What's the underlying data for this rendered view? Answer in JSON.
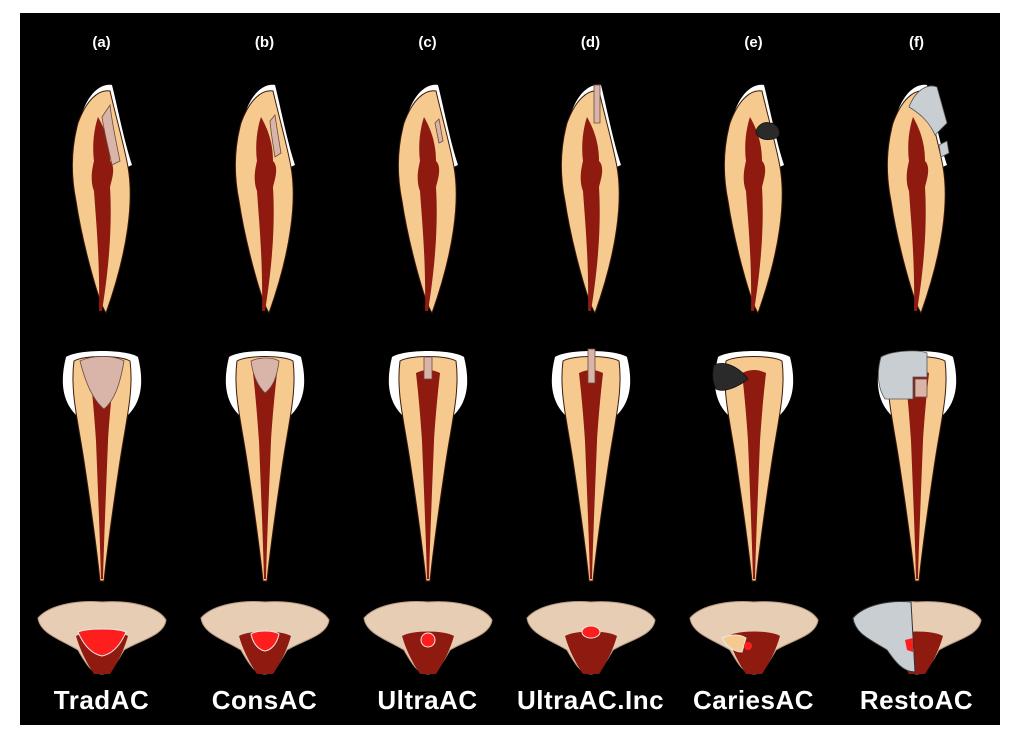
{
  "colors": {
    "background": "#000000",
    "dentin": "#F6C98E",
    "pulp": "#8E1A10",
    "enamel": "#FFFFFF",
    "cavity": "#D9B4A8",
    "caries": "#2A2A2A",
    "restoration": "#C9CED3",
    "pulp_exposed": "#FF1E1E",
    "gum": "#E7CDB4"
  },
  "columns": [
    {
      "letter": "(a)",
      "name": "TradAC",
      "access": "traditional"
    },
    {
      "letter": "(b)",
      "name": "ConsAC",
      "access": "conservative"
    },
    {
      "letter": "(c)",
      "name": "UltraAC",
      "access": "ultraconservative"
    },
    {
      "letter": "(d)",
      "name": "UltraAC.Inc",
      "access": "ultraconservative-incisal"
    },
    {
      "letter": "(e)",
      "name": "CariesAC",
      "access": "caries"
    },
    {
      "letter": "(f)",
      "name": "RestoAC",
      "access": "restoration"
    }
  ]
}
